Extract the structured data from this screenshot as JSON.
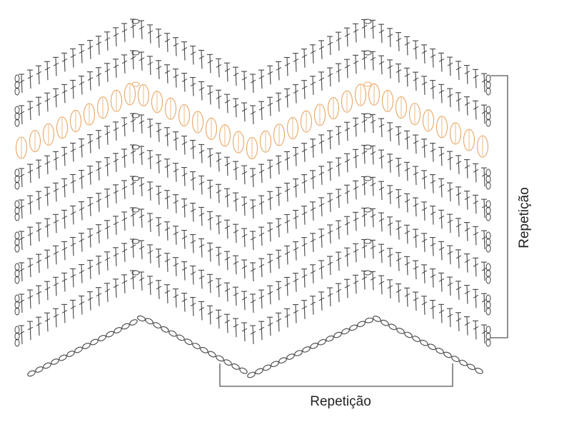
{
  "diagram": {
    "labels": {
      "horizontal_repeat": "Repetição",
      "vertical_repeat": "Repetição"
    },
    "colors": {
      "stitch": "#444444",
      "highlight": "#e8a765",
      "bracket": "#555555"
    },
    "stitch_types": [
      "chain",
      "double-crochet",
      "bobble"
    ],
    "rows": 9,
    "highlighted_row": 7
  }
}
